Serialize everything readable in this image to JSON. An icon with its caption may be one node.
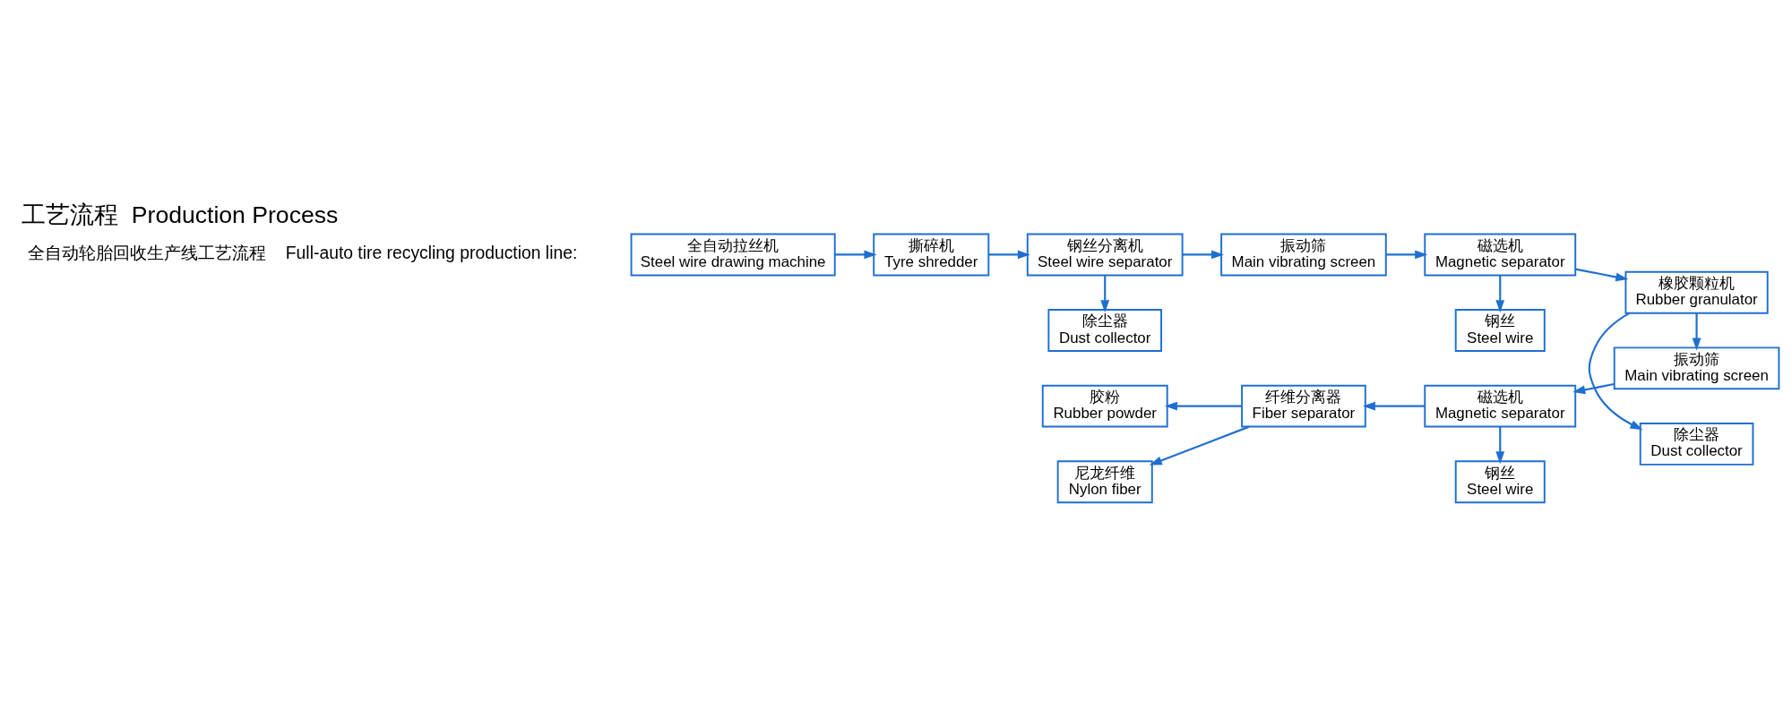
{
  "diagram": {
    "title": "工艺流程  Production Process",
    "nodes": [
      {
        "text": [
          "全自动拉丝机",
          "Steel wire drawing machine"
        ]
      },
      {
        "text": [
          "撕碎机",
          "Tyre shredder"
        ]
      },
      {
        "text": [
          "除尘器",
          "Dust collector"
        ]
      },
      {
        "text": [
          "钢丝分离机",
          "Steel wire separator"
        ]
      },
      {
        "text": [
          "振动筛",
          "Main vibrating screen"
        ]
      },
      {
        "text": [
          "钢丝",
          "Steel wire"
        ]
      },
      {
        "text": [
          "磁选机",
          "Magnetic separator"
        ]
      },
      {
        "text": [
          "除尘器",
          "Dust collector"
        ]
      },
      {
        "text": [
          "橡胶颗粒机",
          "Rubber granulator"
        ]
      },
      {
        "text": [
          "胶粉",
          "Rubber powder"
        ]
      },
      {
        "text": [
          "纤维分离器",
          "Fiber separator"
        ]
      },
      {
        "text": [
          "磁选机",
          "Magnetic separator"
        ]
      },
      {
        "text": [
          "振动筛",
          "Main vibrating screen"
        ]
      },
      {
        "text": [
          "尼龙纤维",
          "Nylon fiber"
        ]
      },
      {
        "text": [
          "钢丝",
          "Steel wire"
        ]
      }
    ],
    "edges": [
      {
        "from": 0,
        "to": 1,
        "arrow": "to"
      },
      {
        "from": 1,
        "to": 3,
        "arrow": "to"
      },
      {
        "from": 3,
        "to": 2,
        "arrow": "to"
      },
      {
        "from": 3,
        "to": 4,
        "arrow": "to"
      },
      {
        "from": 4,
        "to": 6,
        "arrow": "to"
      },
      {
        "from": 6,
        "to": 5,
        "arrow": "to"
      },
      {
        "from": 6,
        "to": 8,
        "arrow": "to"
      },
      {
        "from": 8,
        "to": 7,
        "arrow": "to"
      },
      {
        "from": 8,
        "to": 12,
        "arrow": "to"
      },
      {
        "from": 12,
        "to": 11,
        "arrow": "to"
      },
      {
        "from": 11,
        "to": 14,
        "arrow": "to"
      },
      {
        "from": 11,
        "to": 10,
        "arrow": "to"
      },
      {
        "from": 10,
        "to": 9,
        "arrow": "to"
      },
      {
        "from": 10,
        "to": 13,
        "arrow": "to"
      }
    ],
    "labels": [
      "全自动轮胎回收生产线工艺流程    Full-auto tire recycling production line:"
    ]
  }
}
